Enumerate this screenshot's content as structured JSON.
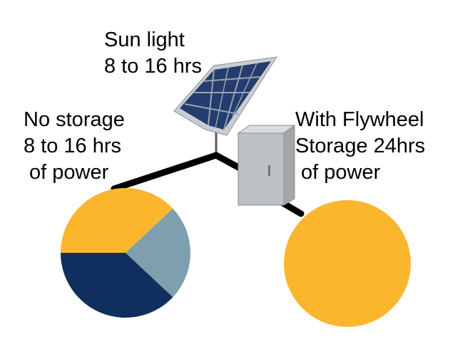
{
  "captions": {
    "sun": {
      "line1": "Sun light",
      "line2": "8 to 16 hrs"
    },
    "no_storage": {
      "line1": "No storage",
      "line2": "8 to 16 hrs",
      "line3": " of power"
    },
    "flywheel": {
      "line1": "With Flywheel",
      "line2": "Storage 24hrs",
      "line3": " of power"
    }
  },
  "colors": {
    "daytime": "#FBB62E",
    "evening": "#7D9FAE",
    "night": "#102E5E",
    "connector": "#000000",
    "panel_cell": "#243C6E",
    "panel_frame": "#C9CDD3",
    "cabinet": "#BEC1C4"
  },
  "icons": {
    "panel": "solar-panel-icon",
    "cabinet": "flywheel-cabinet-icon"
  },
  "pies": {
    "no_storage": {
      "slices": [
        {
          "label": "",
          "value": 0.38,
          "color_key": "daytime"
        },
        {
          "label": "",
          "value": 0.24,
          "color_key": "evening"
        },
        {
          "label": "",
          "value": 0.38,
          "color_key": "night"
        }
      ]
    },
    "flywheel": {
      "slices": [
        {
          "label": "",
          "value": 1.0,
          "color_key": "daytime"
        }
      ]
    }
  }
}
